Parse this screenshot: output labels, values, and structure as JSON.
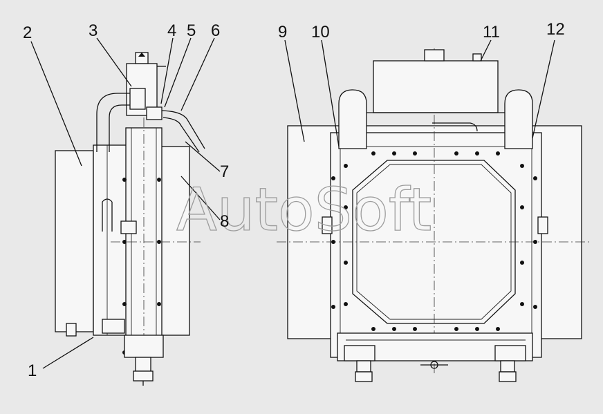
{
  "callouts": [
    {
      "id": "c1",
      "text": "1"
    },
    {
      "id": "c2",
      "text": "2"
    },
    {
      "id": "c3",
      "text": "3"
    },
    {
      "id": "c4",
      "text": "4"
    },
    {
      "id": "c5",
      "text": "5"
    },
    {
      "id": "c6",
      "text": "6"
    },
    {
      "id": "c7",
      "text": "7"
    },
    {
      "id": "c8",
      "text": "8"
    },
    {
      "id": "c9",
      "text": "9"
    },
    {
      "id": "c10",
      "text": "10"
    },
    {
      "id": "c11",
      "text": "11"
    },
    {
      "id": "c12",
      "text": "12"
    }
  ],
  "watermark": "AutoSoft"
}
